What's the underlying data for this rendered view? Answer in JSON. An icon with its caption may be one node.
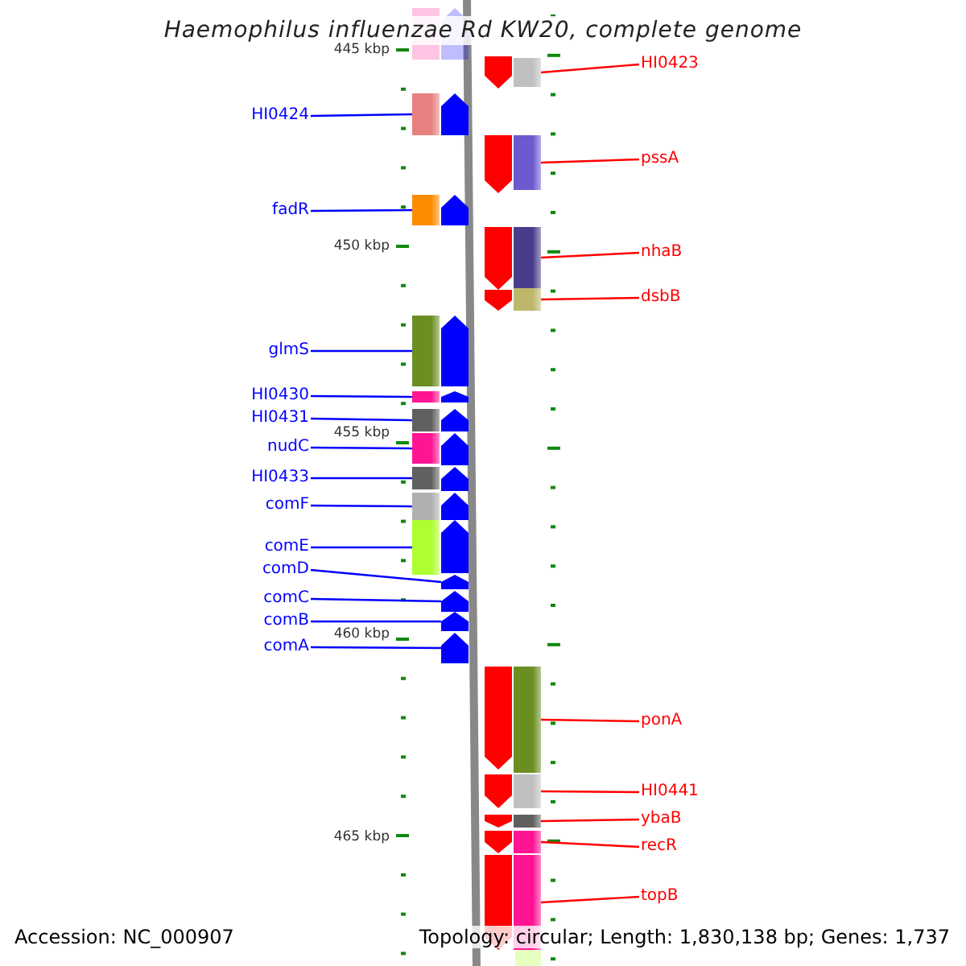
{
  "diagram": {
    "title": "Haemophilus influenzae Rd KW20, complete genome",
    "nodes": [
      {
        "text": [
          "HI0423"
        ]
      },
      {
        "text": [],
        "shape": "bar"
      },
      {
        "text": [
          "HI0424"
        ]
      },
      {
        "text": [],
        "shape": "bar"
      },
      {
        "text": [
          "pssA"
        ]
      },
      {
        "text": [],
        "shape": "bar"
      },
      {
        "text": [
          "fadR"
        ]
      },
      {
        "text": [],
        "shape": "bar"
      },
      {
        "text": [
          "nhaB"
        ]
      },
      {
        "text": [],
        "shape": "bar"
      },
      {
        "text": [
          "dsbB"
        ]
      },
      {
        "text": [],
        "shape": "bar"
      },
      {
        "text": [
          "glmS"
        ]
      },
      {
        "text": [],
        "shape": "bar"
      },
      {
        "text": [
          "HI0430"
        ]
      },
      {
        "text": [],
        "shape": "bar"
      },
      {
        "text": [
          "HI0431"
        ]
      },
      {
        "text": [],
        "shape": "bar"
      },
      {
        "text": [
          "nudC"
        ]
      },
      {
        "text": [],
        "shape": "bar"
      },
      {
        "text": [
          "HI0433"
        ]
      },
      {
        "text": [],
        "shape": "bar"
      },
      {
        "text": [
          "comF"
        ]
      },
      {
        "text": [],
        "shape": "bar"
      },
      {
        "text": [
          "comE"
        ]
      },
      {
        "text": [],
        "shape": "bar"
      },
      {
        "text": [
          "comD"
        ]
      },
      {
        "text": [],
        "shape": "pentagon"
      },
      {
        "text": [
          "comC"
        ]
      },
      {
        "text": [],
        "shape": "pentagon"
      },
      {
        "text": [
          "comB"
        ]
      },
      {
        "text": [],
        "shape": "pentagon"
      },
      {
        "text": [
          "comA"
        ]
      },
      {
        "text": [],
        "shape": "pentagon"
      },
      {
        "text": [
          "ponA"
        ]
      },
      {
        "text": [],
        "shape": "bar"
      },
      {
        "text": [
          "HI0441"
        ]
      },
      {
        "text": [],
        "shape": "bar"
      },
      {
        "text": [
          "ybaB"
        ]
      },
      {
        "text": [],
        "shape": "bar"
      },
      {
        "text": [
          "recR"
        ]
      },
      {
        "text": [],
        "shape": "bar"
      },
      {
        "text": [
          "topB"
        ]
      },
      {
        "text": [],
        "shape": "bar"
      },
      {
        "text": [],
        "shape": "pentagon"
      },
      {
        "text": [],
        "shape": "pentagon"
      },
      {
        "text": [],
        "shape": "pentagon"
      },
      {
        "text": [],
        "shape": "pentagon"
      },
      {
        "text": [],
        "shape": "pentagon"
      },
      {
        "text": [],
        "shape": "pentagon"
      },
      {
        "text": [],
        "shape": "pentagon"
      },
      {
        "text": [],
        "shape": "pentagon"
      },
      {
        "text": [],
        "shape": "pentagon"
      },
      {
        "text": [],
        "shape": "pentagon"
      },
      {
        "text": [],
        "shape": "pentagon"
      },
      {
        "text": [],
        "shape": "pentagon"
      },
      {
        "text": [],
        "shape": "pentagon"
      },
      {
        "text": [],
        "shape": "pentagon"
      },
      {
        "text": [],
        "shape": "pentagon"
      },
      {
        "text": [],
        "shape": "pentagon"
      },
      {
        "text": [],
        "shape": "pentagon"
      },
      {
        "text": [],
        "shape": "pentagon"
      },
      {
        "text": [],
        "shape": "pentagon"
      }
    ],
    "edges": [
      {
        "from": 0,
        "to": 1,
        "arrow": "none",
        "color": "#ff0000"
      },
      {
        "from": 2,
        "to": 3,
        "arrow": "none"
      },
      {
        "from": 4,
        "to": 5,
        "arrow": "none",
        "color": "#ff0000"
      },
      {
        "from": 6,
        "to": 7,
        "arrow": "none"
      },
      {
        "from": 8,
        "to": 9,
        "arrow": "none",
        "color": "#ff0000"
      },
      {
        "from": 10,
        "to": 11,
        "arrow": "none",
        "color": "#ff0000"
      },
      {
        "from": 12,
        "to": 13,
        "arrow": "none"
      },
      {
        "from": 14,
        "to": 15,
        "arrow": "none"
      },
      {
        "from": 16,
        "to": 17,
        "arrow": "none"
      },
      {
        "from": 18,
        "to": 19,
        "arrow": "none"
      },
      {
        "from": 20,
        "to": 21,
        "arrow": "none"
      },
      {
        "from": 22,
        "to": 23,
        "arrow": "none"
      },
      {
        "from": 24,
        "to": 25,
        "arrow": "none"
      },
      {
        "from": 26,
        "to": 27,
        "arrow": "none"
      },
      {
        "from": 28,
        "to": 29,
        "arrow": "none"
      },
      {
        "from": 30,
        "to": 31,
        "arrow": "none"
      },
      {
        "from": 32,
        "to": 33,
        "arrow": "none"
      },
      {
        "from": 34,
        "to": 35,
        "arrow": "none",
        "color": "#ff0000"
      },
      {
        "from": 36,
        "to": 37,
        "arrow": "none",
        "color": "#ff0000"
      },
      {
        "from": 38,
        "to": 39,
        "arrow": "none",
        "color": "#ff0000"
      },
      {
        "from": 40,
        "to": 41,
        "arrow": "none",
        "color": "#ff0000"
      },
      {
        "from": 42,
        "to": 43,
        "arrow": "none",
        "color": "#ff0000"
      }
    ],
    "labels": [
      "445 kbp",
      "450 kbp",
      "455 kbp",
      "460 kbp",
      "465 kbp",
      "Accession: NC_000907",
      "Topology: circular; Length: 1,830,138 bp; Genes: 1,737"
    ]
  }
}
